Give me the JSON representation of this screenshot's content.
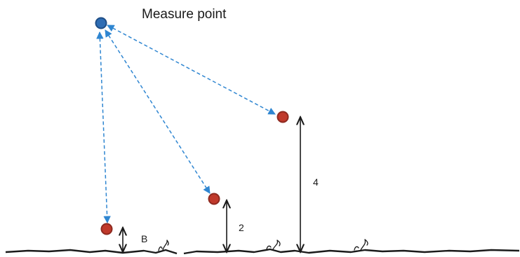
{
  "diagram": {
    "title": "Measure point",
    "labels": {
      "height_b": "B",
      "height_2": "2",
      "height_4": "4"
    },
    "colors": {
      "measure_point_fill": "#2e6db4",
      "measure_point_stroke": "#1f4e86",
      "target_fill": "#c0392b",
      "target_stroke": "#8e2a20",
      "arrow_color": "#2f86d1",
      "ground_color": "#1a1a1a",
      "dimension_color": "#1a1a1a"
    },
    "icons": {
      "measure_point": "filled-blue-circle",
      "target": "filled-red-circle",
      "plant": "grass-tuft-icon"
    }
  }
}
